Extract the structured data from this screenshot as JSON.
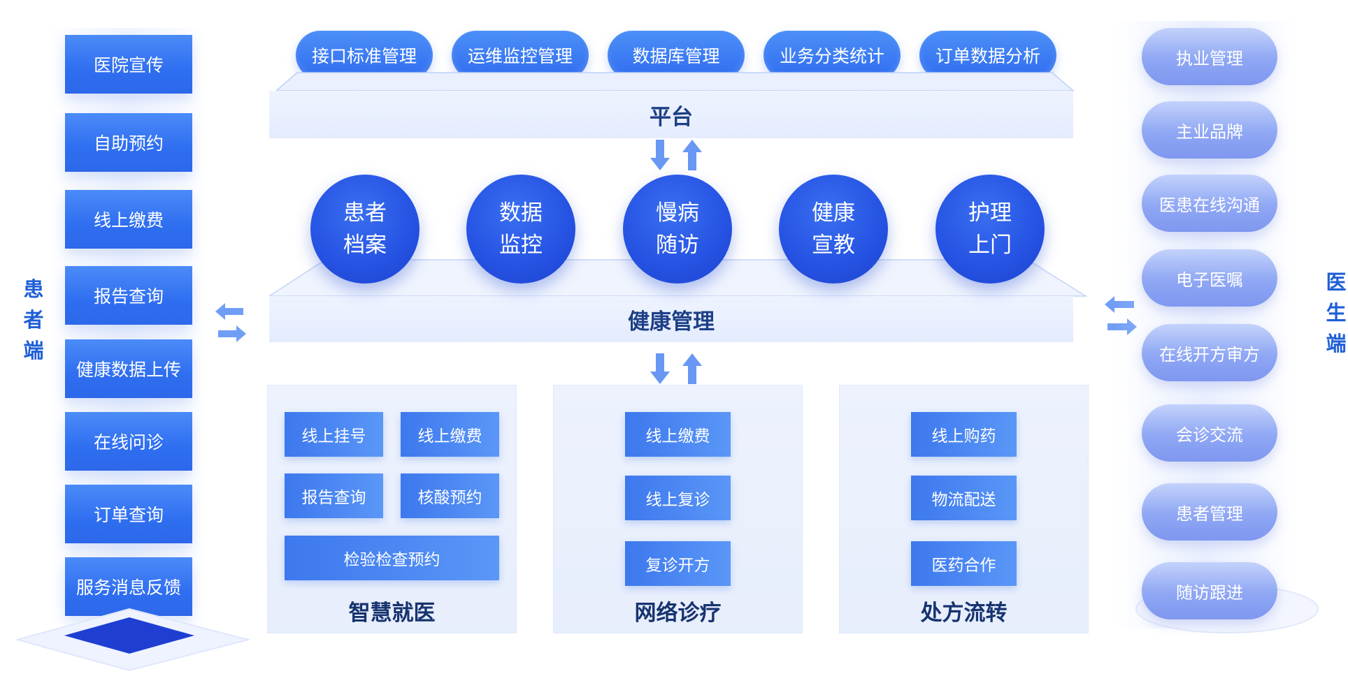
{
  "patient_side": {
    "label": [
      "患",
      "者",
      "端"
    ],
    "items": [
      "医院宣传",
      "自助预约",
      "线上缴费",
      "报告查询",
      "健康数据上传",
      "在线问诊",
      "订单查询",
      "服务消息反馈"
    ]
  },
  "doctor_side": {
    "label": [
      "医",
      "生",
      "端"
    ],
    "items": [
      "执业管理",
      "主业品牌",
      "医患在线沟通",
      "电子医嘱",
      "在线开方审方",
      "会诊交流",
      "患者管理",
      "随访跟进"
    ]
  },
  "platform": {
    "tags": [
      "接口标准管理",
      "运维监控管理",
      "数据库管理",
      "业务分类统计",
      "订单数据分析"
    ],
    "title": "平台"
  },
  "health_management": {
    "title": "健康管理",
    "circles": [
      [
        "患者",
        "档案"
      ],
      [
        "数据",
        "监控"
      ],
      [
        "慢病",
        "随访"
      ],
      [
        "健康",
        "宣教"
      ],
      [
        "护理",
        "上门"
      ]
    ]
  },
  "panels": [
    {
      "title": "智慧就医",
      "buttons": [
        "线上挂号",
        "线上缴费",
        "报告查询",
        "核酸预约",
        "检验检查预约"
      ]
    },
    {
      "title": "网络诊疗",
      "buttons": [
        "线上缴费",
        "线上复诊",
        "复诊开方"
      ]
    },
    {
      "title": "处方流转",
      "buttons": [
        "线上购药",
        "物流配送",
        "医药合作"
      ]
    }
  ],
  "colors": {
    "primary_blue": "#2f6ef0",
    "circle_blue": "#2654e4",
    "title_navy": "#17336f",
    "doctor_pill": "#8fa7f4"
  }
}
